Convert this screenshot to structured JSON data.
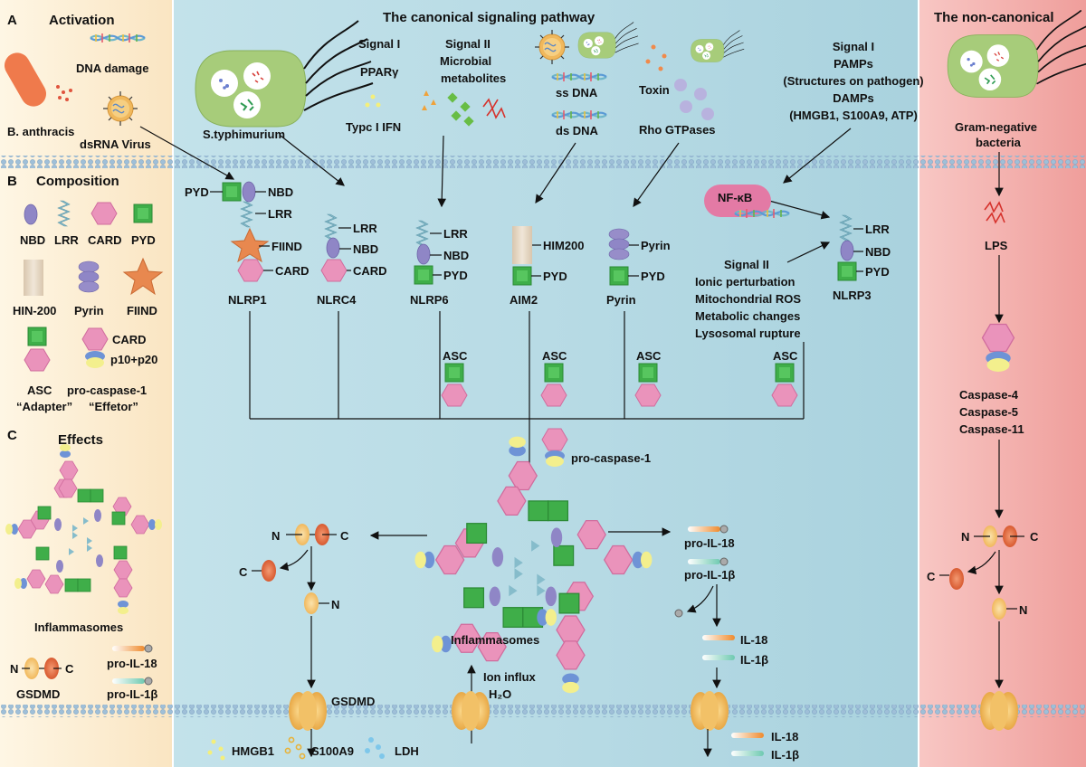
{
  "panels": {
    "activation": {
      "letter": "A",
      "title": "Activation",
      "dna_damage": "DNA damage",
      "anthracis": "B. anthracis",
      "virus": "dsRNA Virus"
    },
    "composition": {
      "letter": "B",
      "title": "Composition",
      "nbd": "NBD",
      "lrr": "LRR",
      "card": "CARD",
      "pyd": "PYD",
      "hin": "HIN-200",
      "pyrin": "Pyrin",
      "fiind": "FIIND",
      "card2": "CARD",
      "p10p20": "p10+p20",
      "asc": "ASC",
      "adapter": "“Adapter”",
      "procasp": "pro-caspase-1",
      "effector": "“Effetor”"
    },
    "effects": {
      "letter": "C",
      "title": "Effects",
      "inflammasomes": "Inflammasomes",
      "n": "N",
      "c": "C",
      "gsdmd": "GSDMD",
      "il18": "pro-IL-18",
      "il1b": "pro-IL-1β"
    }
  },
  "canonical": {
    "title": "The canonical signaling pathway",
    "salmonella": "S.typhimurium",
    "signal1": "Signal I",
    "ppar": "PPARγ",
    "ifn": "Typc I IFN",
    "signal2": "Signal II",
    "microbial": "Microbial",
    "metabolites": "metabolites",
    "ssdna": "ss DNA",
    "dsdna": "ds DNA",
    "toxin": "Toxin",
    "rho": "Rho GTPases",
    "s1b": "Signal I",
    "pamps": "PAMPs",
    "structures": "(Structures on pathogen)",
    "damps": "DAMPs",
    "dampslist": "(HMGB1, S100A9, ATP)",
    "nfkb": "NF-κB",
    "sig2b": "Signal II",
    "ionic": "Ionic perturbation",
    "mito": "Mitochondrial ROS",
    "metab": "Metabolic changes",
    "lyso": "Lysosomal rupture",
    "sensors": {
      "nlrp1": {
        "name": "NLRP1",
        "pyd": "PYD",
        "nbd": "NBD",
        "lrr": "LRR",
        "fiind": "FIIND",
        "card": "CARD"
      },
      "nlrc4": {
        "name": "NLRC4",
        "lrr": "LRR",
        "nbd": "NBD",
        "card": "CARD"
      },
      "nlrp6": {
        "name": "NLRP6",
        "lrr": "LRR",
        "nbd": "NBD",
        "pyd": "PYD"
      },
      "aim2": {
        "name": "AIM2",
        "him": "HIM200",
        "pyd": "PYD"
      },
      "pyrin": {
        "name": "Pyrin",
        "pyrin": "Pyrin",
        "pyd": "PYD"
      },
      "nlrp3": {
        "name": "NLRP3",
        "lrr": "LRR",
        "nbd": "NBD",
        "pyd": "PYD"
      }
    },
    "asc": "ASC",
    "procasp": "pro-caspase-1",
    "inflammasomes": "Inflammasomes",
    "n": "N",
    "c": "C",
    "c2": "C",
    "n2": "N",
    "gsdmd": "GSDMD",
    "ion": "Ion influx",
    "h2o": "H₂O",
    "hmgb1": "HMGB1",
    "s100": "S100A9",
    "ldh": "LDH",
    "pro18": "pro-IL-18",
    "pro1b": "pro-IL-1β",
    "il18": "IL-18",
    "il1b": "IL-1β",
    "il18b": "IL-18",
    "il1bb": "IL-1β"
  },
  "noncanonical": {
    "title": "The non-canonical",
    "bacteria1": "Gram-negative",
    "bacteria2": "bacteria",
    "lps": "LPS",
    "casp4": "Caspase-4",
    "casp5": "Caspase-5",
    "casp11": "Caspase-11",
    "n": "N",
    "c": "C",
    "c2": "C",
    "n2": "N"
  },
  "colors": {
    "left_panel": "#fcf2dd",
    "middle_panel": "#b9dce6",
    "right_panel": "#f4b0ae",
    "pyd": "#3fae49",
    "card": "#e98eb6",
    "nbd": "#8b82c1",
    "lrr": "#7fb6c4",
    "hin": "#e2d3be",
    "fiind": "#e8884f",
    "gsdmd_n": "#f4c374",
    "gsdmd_c": "#e26a42"
  }
}
